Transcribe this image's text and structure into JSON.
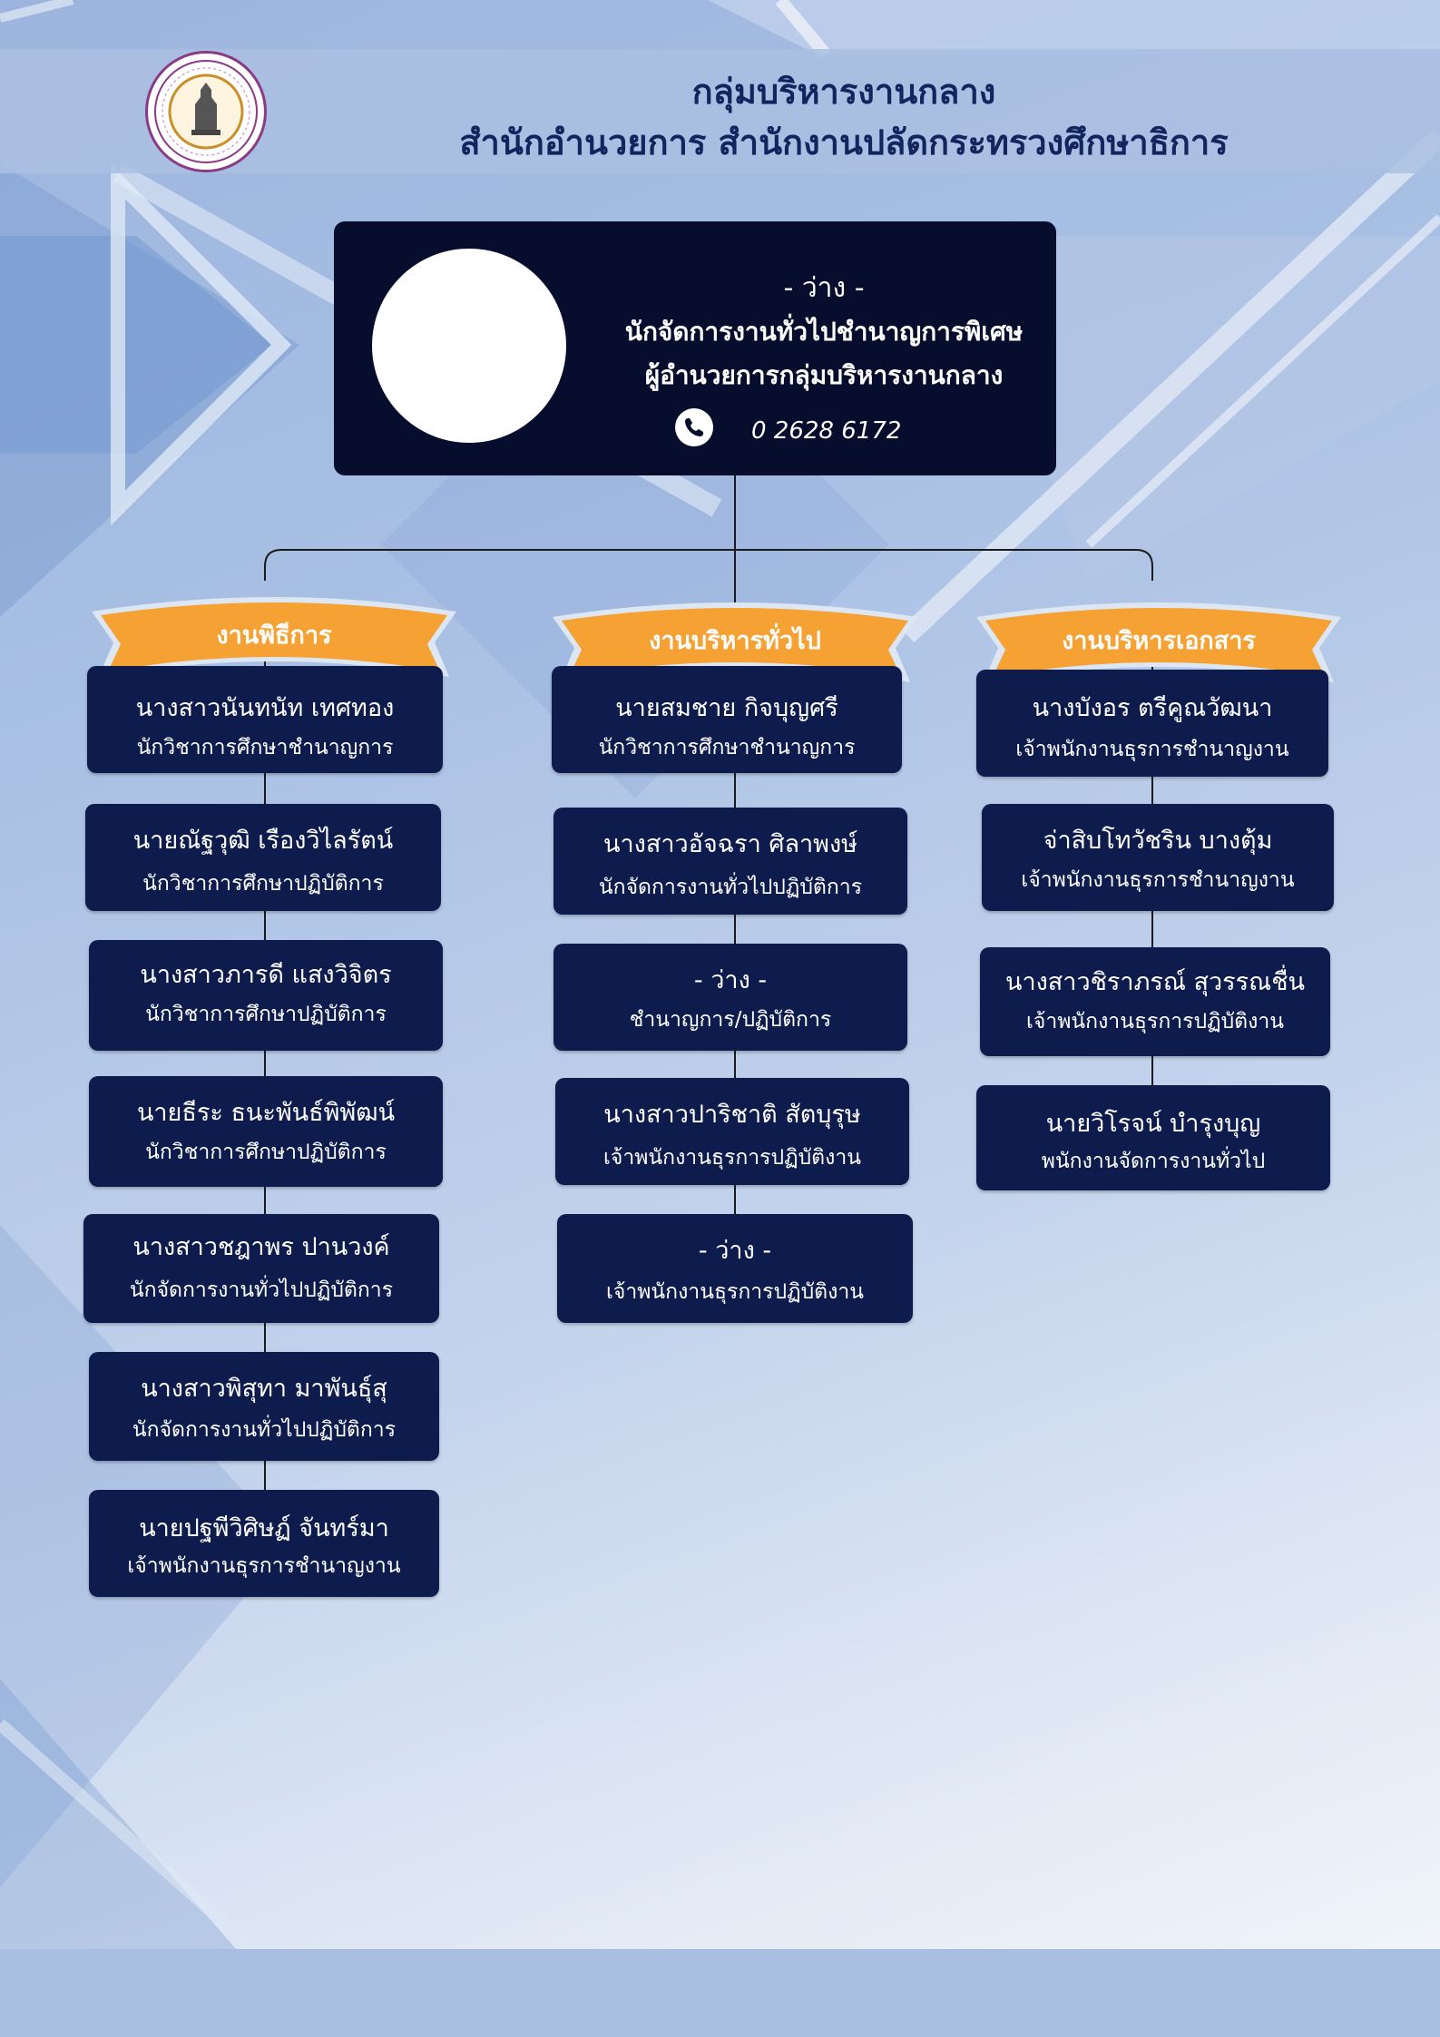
{
  "header": {
    "title_line1": "กลุ่มบริหารงานกลาง",
    "title_line2": "สำนักอำนวยการ สำนักงานปลัดกระทรวงศึกษาธิการ",
    "logo_icon": "ministry-seal-icon"
  },
  "head": {
    "name": "- ว่าง -",
    "position1": "นักจัดการงานทั่วไปชำนาญการพิเศษ",
    "position2": "ผู้อำนวยการกลุ่มบริหารงานกลาง",
    "phone": "0 2628 6172",
    "phone_icon": "phone-icon"
  },
  "colors": {
    "box_dark": "#0e1c4d",
    "head_box": "#060d2d",
    "banner_orange": "#f5a133",
    "title_navy": "#13255e"
  },
  "sections": [
    {
      "title": "งานพิธีการ",
      "members": [
        {
          "name": "นางสาวนันทนัท เทศทอง",
          "position": "นักวิชาการศึกษาชำนาญการ"
        },
        {
          "name": "นายณัฐวุฒิ เรืองวิไลรัตน์",
          "position": "นักวิชาการศึกษาปฏิบัติการ"
        },
        {
          "name": "นางสาวภารดี แสงวิจิตร",
          "position": "นักวิชาการศึกษาปฏิบัติการ"
        },
        {
          "name": "นายธีระ ธนะพันธ์พิพัฒน์",
          "position": "นักวิชาการศึกษาปฏิบัติการ"
        },
        {
          "name": "นางสาวชฎาพร ปานวงค์",
          "position": "นักจัดการงานทั่วไปปฏิบัติการ"
        },
        {
          "name": "นางสาวพิสุทา มาพันธุ์สุ",
          "position": "นักจัดการงานทั่วไปปฏิบัติการ"
        },
        {
          "name": "นายปฐพีวิศิษฏ์ จันทร์มา",
          "position": "เจ้าพนักงานธุรการชำนาญงาน"
        }
      ]
    },
    {
      "title": "งานบริหารทั่วไป",
      "members": [
        {
          "name": "นายสมชาย กิจบุญศรี",
          "position": "นักวิชาการศึกษาชำนาญการ"
        },
        {
          "name": "นางสาวอัจฉรา ศิลาพงษ์",
          "position": "นักจัดการงานทั่วไปปฏิบัติการ"
        },
        {
          "name": "- ว่าง -",
          "position": "ชำนาญการ/ปฏิบัติการ"
        },
        {
          "name": "นางสาวปาริชาติ สัตบุรุษ",
          "position": "เจ้าพนักงานธุรการปฏิบัติงาน"
        },
        {
          "name": "- ว่าง -",
          "position": "เจ้าพนักงานธุรการปฏิบัติงาน"
        }
      ]
    },
    {
      "title": "งานบริหารเอกสาร",
      "members": [
        {
          "name": "นางบังอร ตรีคูณวัฒนา",
          "position": "เจ้าพนักงานธุรการชำนาญงาน"
        },
        {
          "name": "จ่าสิบโทวัชริน บางตุ้ม",
          "position": "เจ้าพนักงานธุรการชำนาญงาน"
        },
        {
          "name": "นางสาวชิราภรณ์ สุวรรณชื่น",
          "position": "เจ้าพนักงานธุรการปฏิบัติงาน"
        },
        {
          "name": "นายวิโรจน์ บำรุงบุญ",
          "position": "พนักงานจัดการงานทั่วไป"
        }
      ]
    }
  ]
}
